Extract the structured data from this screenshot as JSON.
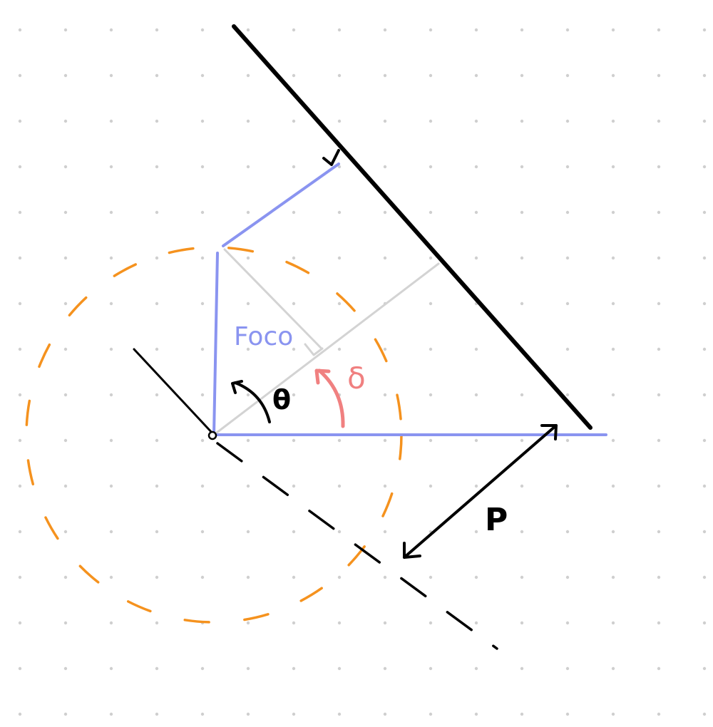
{
  "labels": {
    "focus": "Foco",
    "theta": "θ",
    "delta": "δ",
    "p": "P"
  },
  "colors": {
    "background": "#ffffff",
    "grid_dot": "#cfcfcf",
    "directrix": "#000000",
    "focal_lines": "#8a94f0",
    "construction": "#d3d3d3",
    "circle": "#f5921e",
    "delta_arrow": "#f08080"
  }
}
